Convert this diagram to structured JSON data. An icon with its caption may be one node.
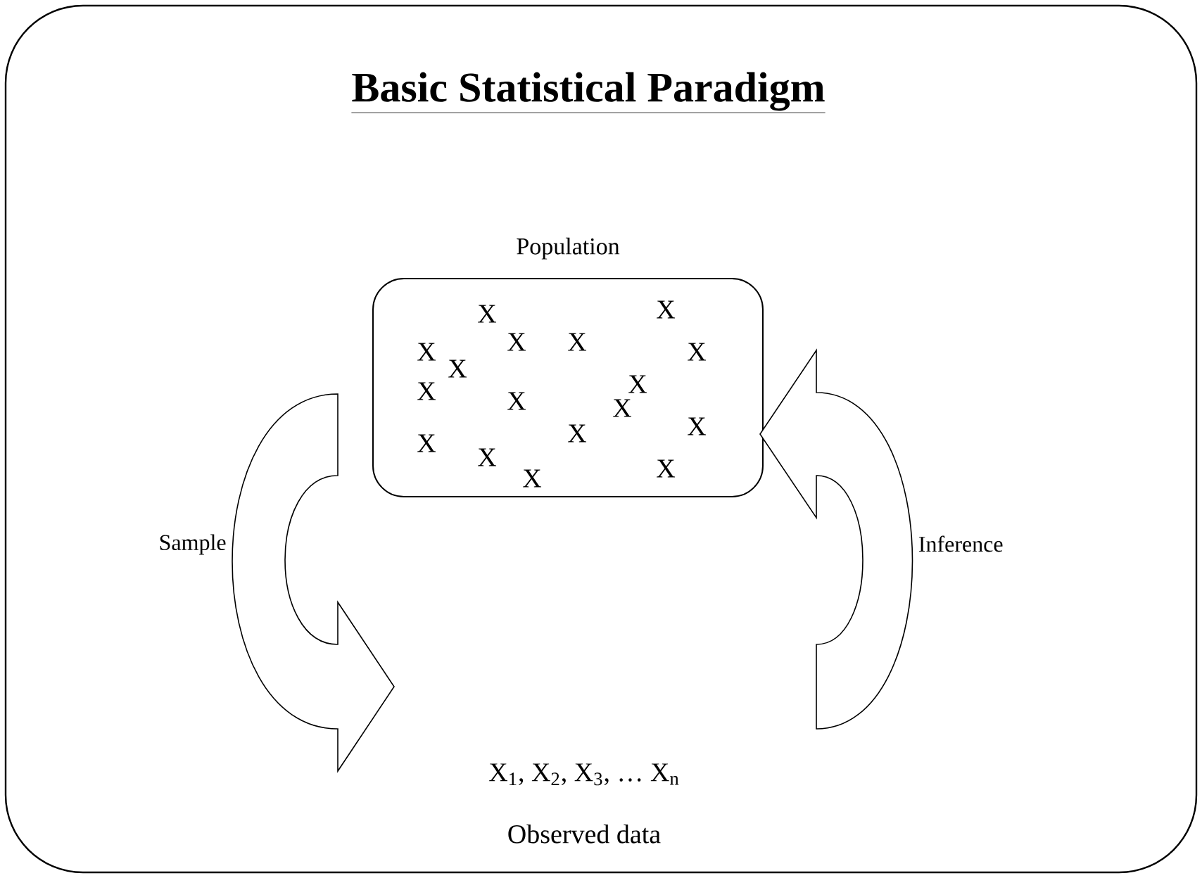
{
  "diagram": {
    "title": "Basic Statistical Paradigm",
    "nodes": [
      {
        "text": [
          "Population",
          "X",
          "X",
          "X",
          "X",
          "X",
          "X",
          "X",
          "X",
          "X",
          "X",
          "X",
          "X",
          "X",
          "X",
          "X",
          "X",
          "X"
        ]
      },
      {
        "text": [
          "X$_{1}$, X$_{2}$, X$_{3}$, … X$_{n}$",
          "Observed data"
        ]
      }
    ],
    "edges": [
      {
        "from": 0,
        "to": 1,
        "arrow": "to",
        "label": "Sample"
      },
      {
        "from": 1,
        "to": 0,
        "arrow": "to",
        "label": "Inference"
      }
    ]
  }
}
